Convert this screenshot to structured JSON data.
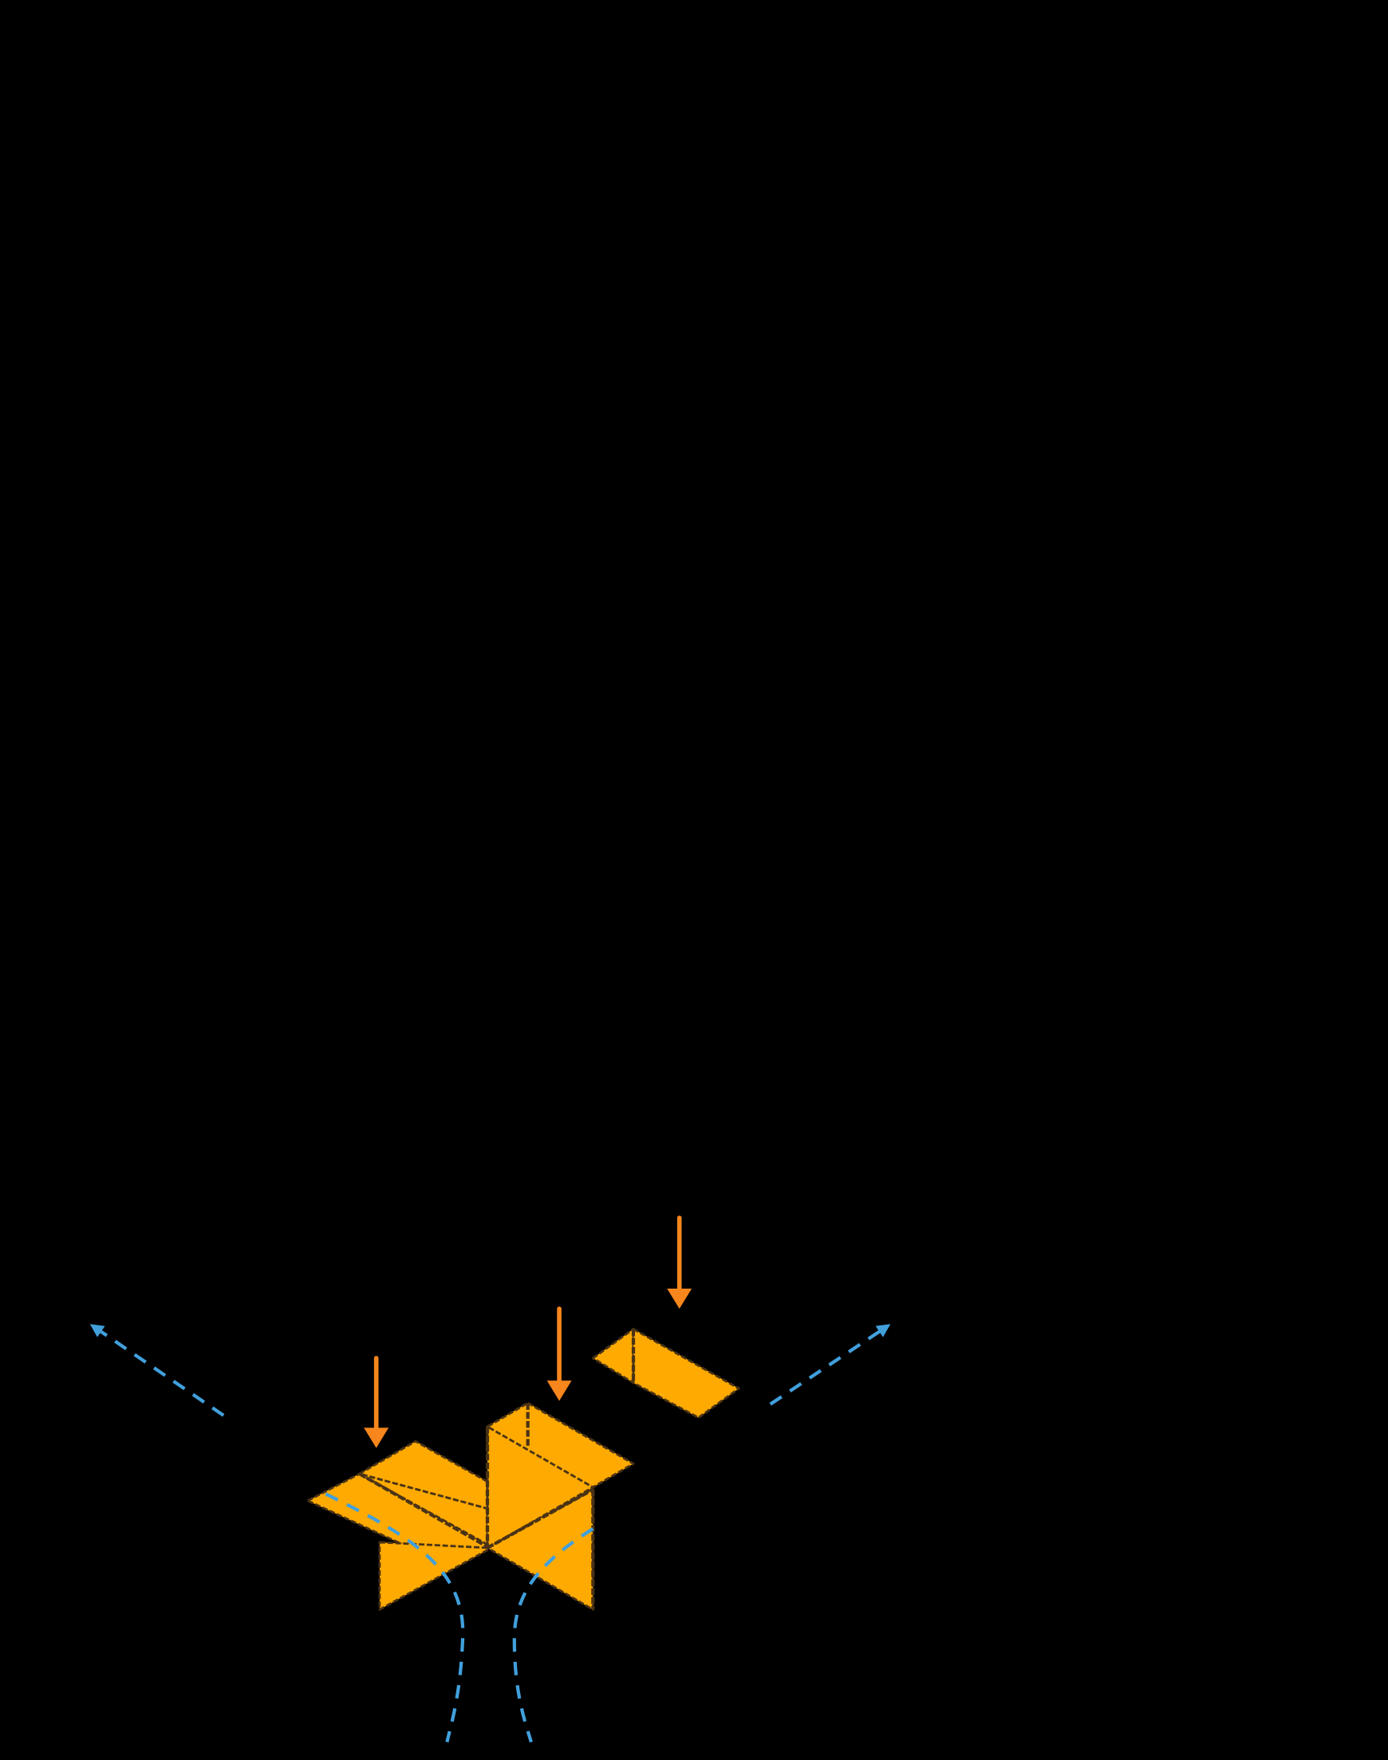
{
  "background_color": "#000000",
  "colors": {
    "panel_fill": "#FFAA00",
    "panel_edge": "#4A3315",
    "panel_dash": "#C8C8C8",
    "load_arrow": "#F7861C",
    "flow_arrow": "#41A0DC"
  },
  "components": [
    {
      "name": "l-shaped-floor-panel",
      "icon": "folded-panel-icon"
    },
    {
      "name": "vertical-wall-panels",
      "icon": "folded-panel-icon"
    },
    {
      "name": "flat-roof-panel",
      "icon": "folded-panel-icon"
    }
  ],
  "load_arrows": [
    {
      "name": "load-arrow-left",
      "direction": "down"
    },
    {
      "name": "load-arrow-middle",
      "direction": "down"
    },
    {
      "name": "load-arrow-right",
      "direction": "down"
    }
  ],
  "flow_lines": [
    {
      "name": "flow-arrow-upper-left",
      "style": "dashed",
      "arrowhead": true
    },
    {
      "name": "flow-arrow-upper-right",
      "style": "dashed",
      "arrowhead": true
    },
    {
      "name": "flow-curve-left",
      "style": "dashed",
      "arrowhead": false
    },
    {
      "name": "flow-curve-right",
      "style": "dashed",
      "arrowhead": false
    }
  ]
}
